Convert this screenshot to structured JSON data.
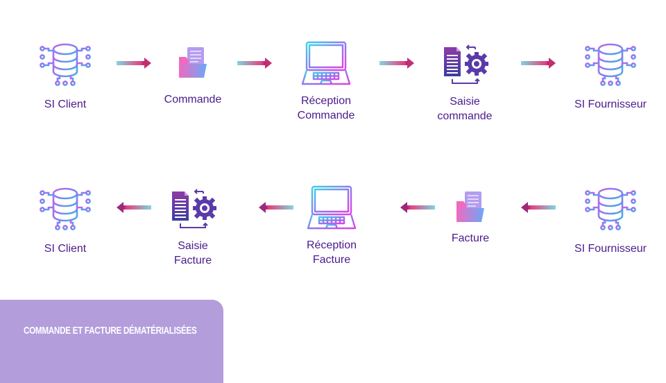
{
  "row1": [
    {
      "label": "SI Client",
      "icon": "database-network-icon"
    },
    {
      "label": "Commande",
      "icon": "folder-document-icon"
    },
    {
      "label": "Réception\nCommande",
      "icon": "laptop-icon"
    },
    {
      "label": "Saisie\ncommande",
      "icon": "document-gear-icon"
    },
    {
      "label": "SI Fournisseur",
      "icon": "database-network-icon"
    }
  ],
  "row2": [
    {
      "label": "SI Client",
      "icon": "database-network-icon"
    },
    {
      "label": "Saisie\nFacture",
      "icon": "document-gear-icon"
    },
    {
      "label": "Réception\nFacture",
      "icon": "laptop-icon"
    },
    {
      "label": "Facture",
      "icon": "folder-document-icon"
    },
    {
      "label": "SI Fournisseur",
      "icon": "database-network-icon"
    }
  ],
  "row1_direction": "right",
  "row2_direction": "left",
  "footer": {
    "title": "COMMANDE ET FACTURE DÉMATÉRIALISÉES"
  },
  "colors": {
    "label": "#4a1a8c",
    "panel": "#b39ddb",
    "arrow_start": "#7fd6e0",
    "arrow_end": "#e83e7a",
    "arrow_head": "#6a1b9a"
  }
}
